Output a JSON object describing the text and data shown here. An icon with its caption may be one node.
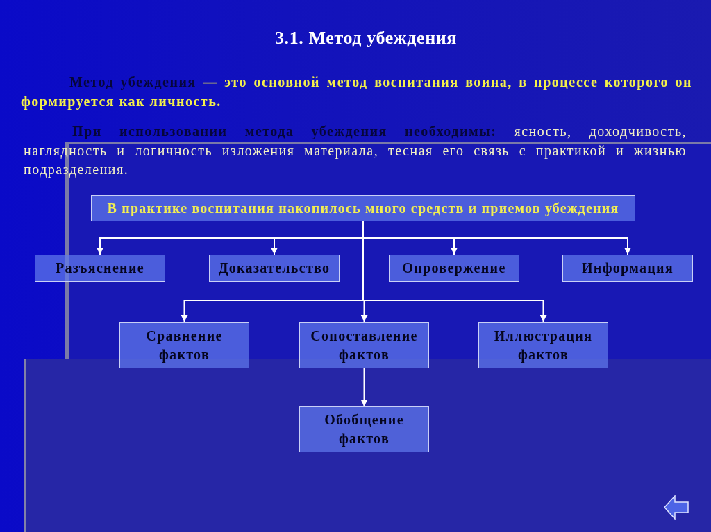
{
  "diagram": {
    "title": "3.1. Метод убеждения",
    "nodes": [
      {
        "text": [
          "В практике воспитания накопилось много средств и приемов убеждения"
        ]
      },
      {
        "text": [
          "Разъяснение"
        ]
      },
      {
        "text": [
          "Доказательство"
        ]
      },
      {
        "text": [
          "Опровержение"
        ]
      },
      {
        "text": [
          "Информация"
        ]
      },
      {
        "text": [
          "Сравнение фактов"
        ]
      },
      {
        "text": [
          "Сопоставление фактов"
        ]
      },
      {
        "text": [
          "Иллюстрация фактов"
        ]
      },
      {
        "text": [
          "Обобщение фактов"
        ]
      }
    ],
    "edges": [
      {
        "from": 0,
        "to": 1,
        "arrow": "to"
      },
      {
        "from": 0,
        "to": 2,
        "arrow": "to"
      },
      {
        "from": 0,
        "to": 3,
        "arrow": "to"
      },
      {
        "from": 0,
        "to": 4,
        "arrow": "to"
      },
      {
        "from": 0,
        "to": 5,
        "arrow": "to"
      },
      {
        "from": 0,
        "to": 6,
        "arrow": "to"
      },
      {
        "from": 0,
        "to": 7,
        "arrow": "to"
      },
      {
        "from": 6,
        "to": 8,
        "arrow": "to"
      }
    ],
    "labels": [
      "**Метод убеждения** — это основной метод воспитания воина, в процессе которого он формируется как личность.",
      "**При использовании метода убеждения необходимы:** ясность, доходчивость, наглядность и логичность изложения материала, тесная его связь с практикой и жизнью подразделения."
    ]
  }
}
